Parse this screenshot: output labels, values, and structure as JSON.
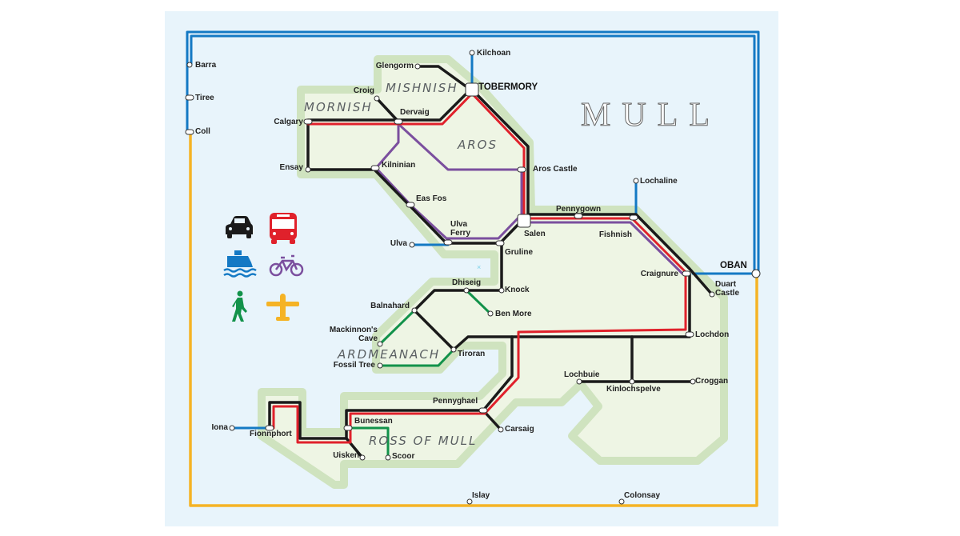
{
  "title": "MULL",
  "regions": [
    "MORNISH",
    "MISHNISH",
    "AROS",
    "ARDMEANACH",
    "ROSS OF MULL"
  ],
  "stations": [
    "Barra",
    "Tiree",
    "Coll",
    "Kilchoan",
    "Glengorm",
    "TOBERMORY",
    "Croig",
    "Dervaig",
    "Calgary",
    "Ensay",
    "Kilninian",
    "Eas Fos",
    "Ulva Ferry",
    "Ulva",
    "Aros Castle",
    "Salen",
    "Gruline",
    "Pennygown",
    "Lochaline",
    "Fishnish",
    "Craignure",
    "OBAN",
    "Duart Castle",
    "Lochdon",
    "Lochbuie",
    "Kinlochspelve",
    "Croggan",
    "Dhiseig",
    "Knock",
    "Ben More",
    "Balnahard",
    "Mackinnon's Cave",
    "Tiroran",
    "Fossil Tree",
    "Pennyghael",
    "Carsaig",
    "Bunessan",
    "Iona",
    "Fionnphort",
    "Uisken",
    "Scoor",
    "Islay",
    "Colonsay"
  ],
  "legend": [
    {
      "icon": "car-icon",
      "mode": "road",
      "color": "#1a1a1a"
    },
    {
      "icon": "bus-icon",
      "mode": "bus",
      "color": "#e0212b"
    },
    {
      "icon": "ferry-icon",
      "mode": "ferry",
      "color": "#1479c4"
    },
    {
      "icon": "bicycle-icon",
      "mode": "cycle",
      "color": "#7b4f9e"
    },
    {
      "icon": "walker-icon",
      "mode": "walk",
      "color": "#12924a"
    },
    {
      "icon": "plane-icon",
      "mode": "air",
      "color": "#f5b325"
    }
  ],
  "colors": {
    "sea": "#e8f4fb",
    "land": "#eef5e4",
    "road": "#1a1a1a",
    "bus": "#e0212b",
    "ferry": "#1479c4",
    "cycle": "#7b4f9e",
    "walk": "#12924a",
    "air": "#f5b325"
  }
}
